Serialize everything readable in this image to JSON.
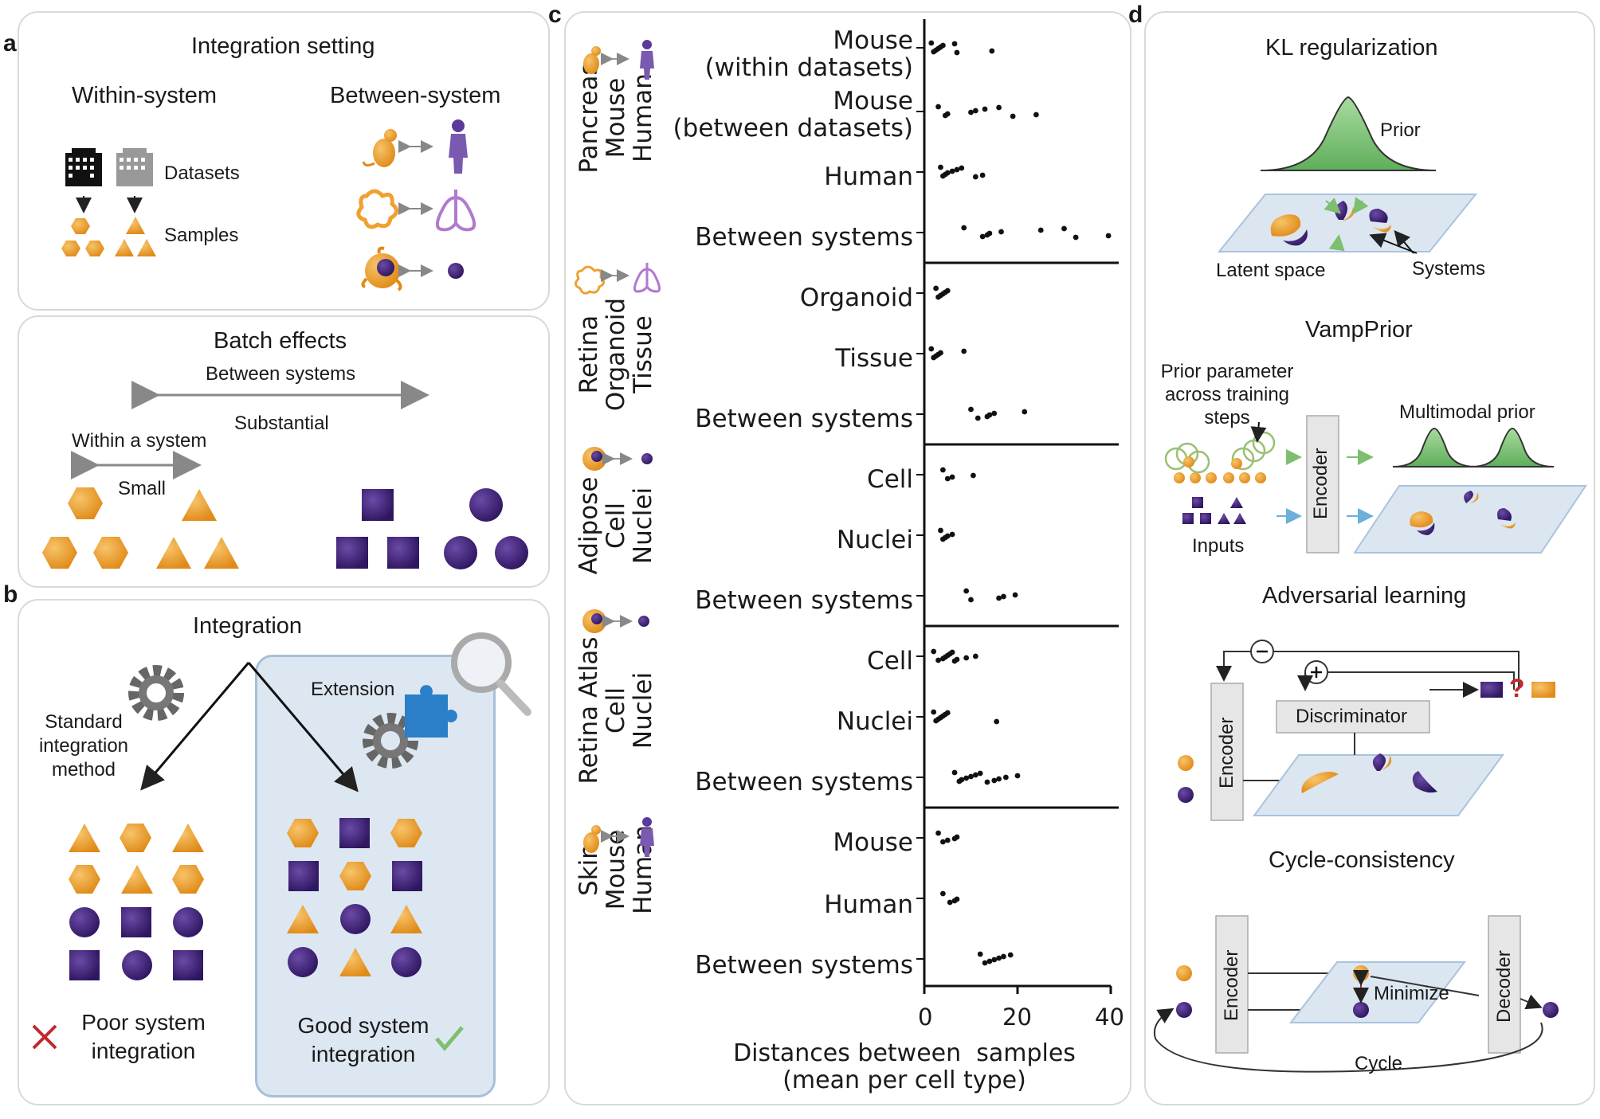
{
  "letters": {
    "a": "a",
    "b": "b",
    "c": "c",
    "d": "d"
  },
  "panel_a": {
    "title": "Integration setting",
    "within_system": "Within-system",
    "between_system": "Between-system",
    "datasets": "Datasets",
    "samples": "Samples",
    "batch_title": "Batch effects",
    "between_systems": "Between systems",
    "substantial": "Substantial",
    "within_a_system": "Within a system",
    "small": "Small"
  },
  "panel_b": {
    "title": "Integration",
    "standard_1": "Standard",
    "standard_2": "integration",
    "standard_3": "method",
    "extension": "Extension",
    "poor_1": "Poor system",
    "poor_2": "integration",
    "good_1": "Good system",
    "good_2": "integration"
  },
  "panel_c": {
    "groups": [
      {
        "name_lines": [
          "Pancreas",
          "Mouse",
          "Human"
        ],
        "rows": [
          "Mouse\n(within datasets)",
          "Mouse\n(between datasets)",
          "Human",
          "Between systems"
        ]
      },
      {
        "name_lines": [
          "Retina",
          "Organoid",
          "Tissue"
        ],
        "rows": [
          "Organoid",
          "Tissue",
          "Between systems"
        ]
      },
      {
        "name_lines": [
          "Adipose",
          "Cell",
          "Nuclei"
        ],
        "rows": [
          "Cell",
          "Nuclei",
          "Between systems"
        ]
      },
      {
        "name_lines": [
          "Retina Atlas",
          "Cell",
          "Nuclei"
        ],
        "rows": [
          "Cell",
          "Nuclei",
          "Between systems"
        ]
      },
      {
        "name_lines": [
          "Skin",
          "Mouse",
          "Human"
        ],
        "rows": [
          "Mouse",
          "Human",
          "Between systems"
        ]
      }
    ],
    "row_labels": {
      "r0a": "Mouse",
      "r0b": "(within datasets)",
      "r1a": "Mouse",
      "r1b": "(between datasets)",
      "r2": "Human",
      "r3": "Between systems",
      "r4": "Organoid",
      "r5": "Tissue",
      "r6": "Between systems",
      "r7": "Cell",
      "r8": "Nuclei",
      "r9": "Between systems",
      "r10": "Cell",
      "r11": "Nuclei",
      "r12": "Between systems",
      "r13": "Mouse",
      "r14": "Human",
      "r15": "Between systems"
    },
    "group_labels": {
      "g1a": "Pancreas",
      "g1b": "Mouse",
      "g1c": "Human",
      "g2a": "Retina",
      "g2b": "Organoid",
      "g2c": "Tissue",
      "g3a": "Adipose",
      "g3b": "Cell",
      "g3c": "Nuclei",
      "g4a": "Retina Atlas",
      "g4b": "Cell",
      "g4c": "Nuclei",
      "g5a": "Skin",
      "g5b": "Mouse",
      "g5c": "Human"
    },
    "xlabel_1": "Distances between  samples",
    "xlabel_2": "(mean per cell type)",
    "xticks": [
      "0",
      "20",
      "40"
    ]
  },
  "chart_data": {
    "type": "scatter",
    "xlabel": "Distances between  samples (mean per cell type)",
    "xlim": [
      0,
      40
    ],
    "xticks": [
      0,
      20,
      40
    ],
    "categories": [
      "Pancreas: Mouse (within datasets)",
      "Pancreas: Mouse (between datasets)",
      "Pancreas: Human",
      "Pancreas: Between systems",
      "Retina: Organoid",
      "Retina: Tissue",
      "Retina: Between systems",
      "Adipose: Cell",
      "Adipose: Nuclei",
      "Adipose: Between systems",
      "Retina Atlas: Cell",
      "Retina Atlas: Nuclei",
      "Retina Atlas: Between systems",
      "Skin: Mouse",
      "Skin: Human",
      "Skin: Between systems"
    ],
    "series": [
      {
        "values": [
          [
            1.5,
            2,
            2.5,
            3,
            3.5,
            4,
            6.5,
            7,
            14.5
          ],
          [
            3,
            4.5,
            5,
            10,
            11,
            13,
            16,
            19,
            24
          ],
          [
            3.5,
            4,
            4.5,
            5,
            6,
            7,
            8,
            11,
            12.5
          ],
          [
            8.5,
            12.5,
            13.5,
            14,
            16.5,
            25,
            30,
            32.5,
            39.5
          ],
          [
            2.5,
            3,
            3.5,
            4,
            4.5,
            5
          ],
          [
            1.5,
            2,
            2.5,
            3,
            3.5,
            8.5
          ],
          [
            10,
            11.5,
            13.5,
            14,
            15,
            21.5
          ],
          [
            4,
            5,
            6,
            10.5
          ],
          [
            3.5,
            4,
            4.5,
            5,
            6
          ],
          [
            9,
            10,
            16,
            17,
            19.5
          ],
          [
            2,
            3,
            4,
            4.5,
            5,
            5.5,
            6,
            6.5,
            7,
            9,
            11
          ],
          [
            2,
            2.5,
            3,
            3.5,
            4,
            4.5,
            5,
            15.5
          ],
          [
            6.5,
            7.5,
            8,
            9,
            10,
            11,
            12,
            13.5,
            15,
            16,
            17.5,
            20
          ],
          [
            3,
            4,
            5,
            6.5,
            7
          ],
          [
            4,
            5.5,
            6.5,
            7
          ],
          [
            12,
            13,
            14,
            15,
            16,
            17,
            18.5
          ]
        ]
      }
    ]
  },
  "panel_d": {
    "kl_title": "KL regularization",
    "prior": "Prior",
    "latent_space": "Latent space",
    "systems": "Systems",
    "vamp_title": "VampPrior",
    "prior_param_1": "Prior parameter",
    "prior_param_2": "across training",
    "prior_param_3": "steps",
    "multimodal_prior": "Multimodal prior",
    "encoder": "Encoder",
    "inputs": "Inputs",
    "adv_title": "Adversarial learning",
    "discriminator": "Discriminator",
    "question": "?",
    "cycle_title": "Cycle-consistency",
    "decoder": "Decoder",
    "minimize": "Minimize",
    "cycle": "Cycle",
    "minus": "−",
    "plus": "+"
  },
  "colors": {
    "orange": "#f2a93b",
    "purple": "#4b2a80",
    "green": "#7dbf6e",
    "lightblue": "#dbe6f1",
    "gray": "#e6e6e6"
  }
}
